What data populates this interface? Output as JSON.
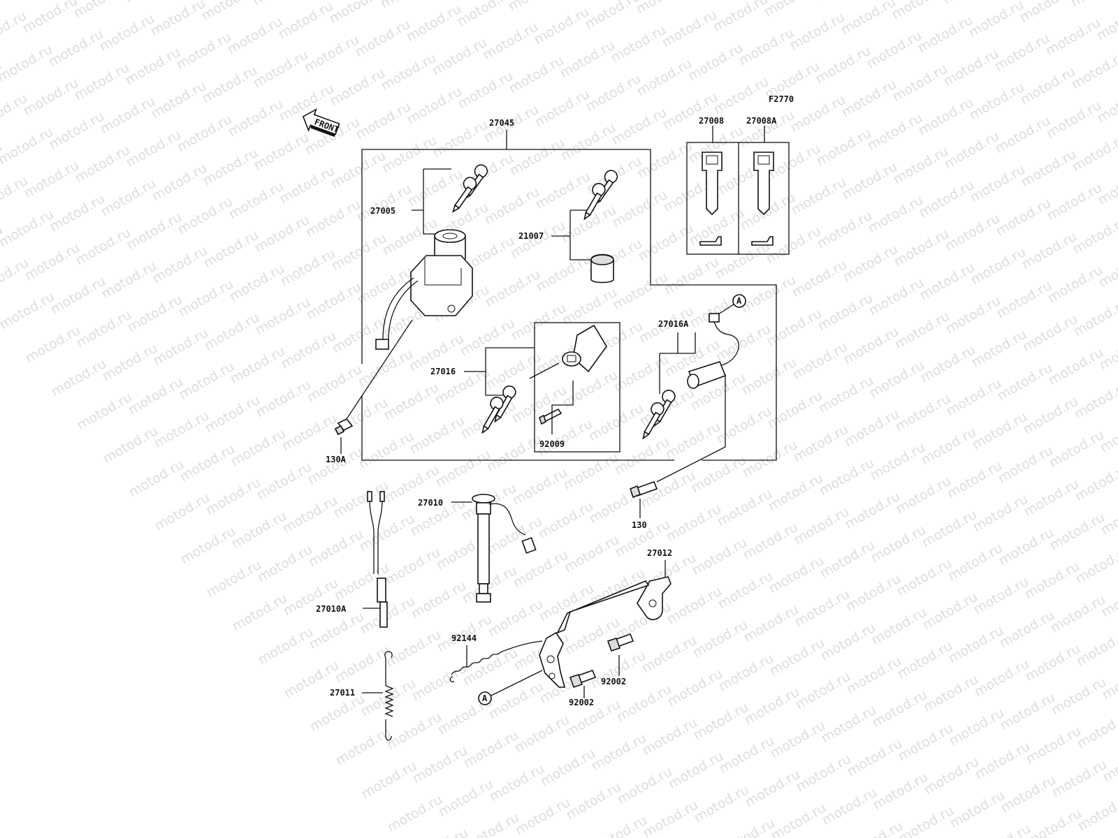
{
  "watermark": {
    "text": "motod.ru"
  },
  "figure_code": "F2770",
  "front_arrow": {
    "label": "FRONT"
  },
  "callout_marker": "A",
  "part_labels": {
    "p27045": "27045",
    "p27005": "27005",
    "p21007": "21007",
    "p27008": "27008",
    "p27008A": "27008A",
    "p27016": "27016",
    "p27016A": "27016A",
    "p92009": "92009",
    "p130A": "130A",
    "p130": "130",
    "p27010": "27010",
    "p27010A": "27010A",
    "p27011": "27011",
    "p27012": "27012",
    "p92144": "92144",
    "p92002a": "92002",
    "p92002b": "92002"
  }
}
